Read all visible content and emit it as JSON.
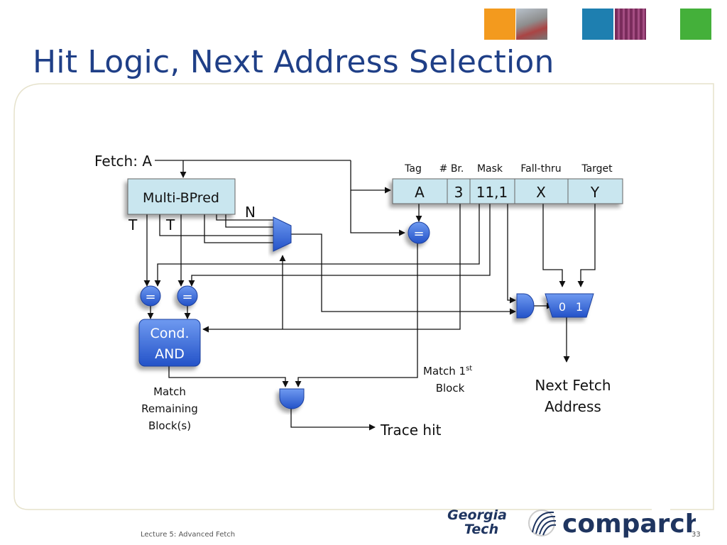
{
  "slide": {
    "title": "Hit Logic, Next Address Selection",
    "footer_left": "Lecture 5: Advanced Fetch",
    "page_number": "33",
    "header_tile_colors": [
      "#f39a1e",
      "#8a8a8a",
      "#1e7fb0",
      "#8a3a6a",
      "#44b03a"
    ]
  },
  "diagram": {
    "fetch_label": "Fetch: A",
    "predictor_label": "Multi-BPred",
    "pred_out_1": "T",
    "pred_out_2": "T",
    "pred_out_n": "N",
    "entry_headers": [
      "Tag",
      "# Br.",
      "Mask",
      "Fall-thru",
      "Target"
    ],
    "entry_values": [
      "A",
      "3",
      "11,1",
      "X",
      "Y"
    ],
    "compare_symbol": "=",
    "cond_and_line1": "Cond.",
    "cond_and_line2": "AND",
    "match_remaining": [
      "Match",
      "Remaining",
      "Block(s)"
    ],
    "match_first_line1": "Match 1",
    "match_first_sup": "st",
    "match_first_line2": "Block",
    "mux_inputs": [
      "0",
      "1"
    ],
    "next_fetch": [
      "Next Fetch",
      "Address"
    ],
    "trace_hit": "Trace hit",
    "colors": {
      "cell_fill": "#c9e6ef",
      "logic_blue": "#2f63d6",
      "wire": "#111111"
    }
  },
  "logos": {
    "georgia_line1": "Georgia",
    "georgia_line2": "Tech",
    "comparch": "comparch",
    "brand_navy": "#1f3560"
  }
}
